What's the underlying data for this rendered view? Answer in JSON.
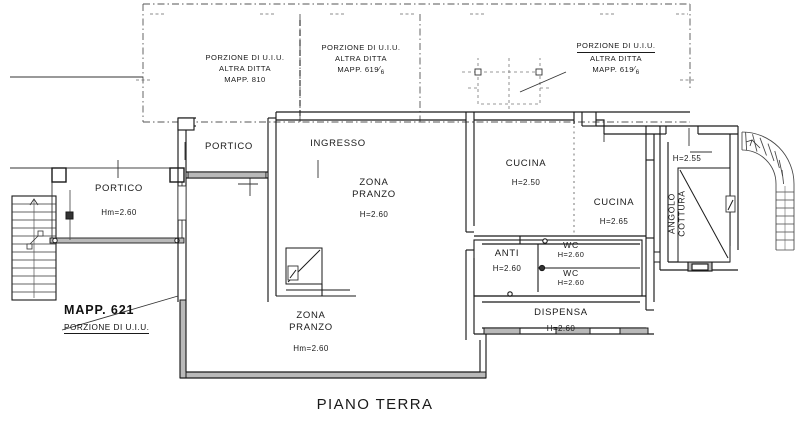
{
  "drawing": {
    "title": "PIANO TERRA",
    "parcel": {
      "mapp_label": "MAPP. 621",
      "portion_label": "PORZIONE DI U.I.U."
    }
  },
  "adjacent_parcels": [
    {
      "id": "parcel-810",
      "line1": "PORZIONE DI U.I.U.",
      "line2": "ALTRA DITTA",
      "line3": "MAPP. 810"
    },
    {
      "id": "parcel-619-6-center",
      "line1": "PORZIONE DI U.I.U.",
      "line2": "ALTRA DITTA",
      "line3": "MAPP. 619",
      "fraction_den": "6"
    },
    {
      "id": "parcel-619-6-right",
      "line1": "PORZIONE DI U.I.U.",
      "line2": "ALTRA DITTA",
      "line3": "MAPP. 619",
      "fraction_den": "6"
    }
  ],
  "rooms": [
    {
      "id": "portico-outer",
      "name": "PORTICO",
      "height": "Hm=2.60"
    },
    {
      "id": "portico-inner",
      "name": "PORTICO",
      "height": ""
    },
    {
      "id": "ingresso",
      "name": "INGRESSO",
      "height": ""
    },
    {
      "id": "zona-pranzo-upper",
      "name_l1": "ZONA",
      "name_l2": "PRANZO",
      "height": "H=2.60"
    },
    {
      "id": "zona-pranzo-lower",
      "name_l1": "ZONA",
      "name_l2": "PRANZO",
      "height": "Hm=2.60"
    },
    {
      "id": "cucina-left",
      "name": "CUCINA",
      "height": "H=2.50"
    },
    {
      "id": "cucina-right",
      "name": "CUCINA",
      "height": "H=2.65"
    },
    {
      "id": "anti",
      "name": "ANTI",
      "height": "H=2.60"
    },
    {
      "id": "wc-upper",
      "name": "WC",
      "height": "H=2.60"
    },
    {
      "id": "wc-lower",
      "name": "WC",
      "height": "H=2.60"
    },
    {
      "id": "dispensa",
      "name": "DISPENSA",
      "height": "H=2.60"
    },
    {
      "id": "angolo-cottura",
      "name_l1": "ANGOLO",
      "name_l2": "COTTURA",
      "height": "H=2.55"
    }
  ],
  "colors": {
    "line": "#1a1a1a",
    "wall_fill": "#b9b9b9",
    "thin": "#3a3a3a",
    "paper": "#ffffff"
  }
}
